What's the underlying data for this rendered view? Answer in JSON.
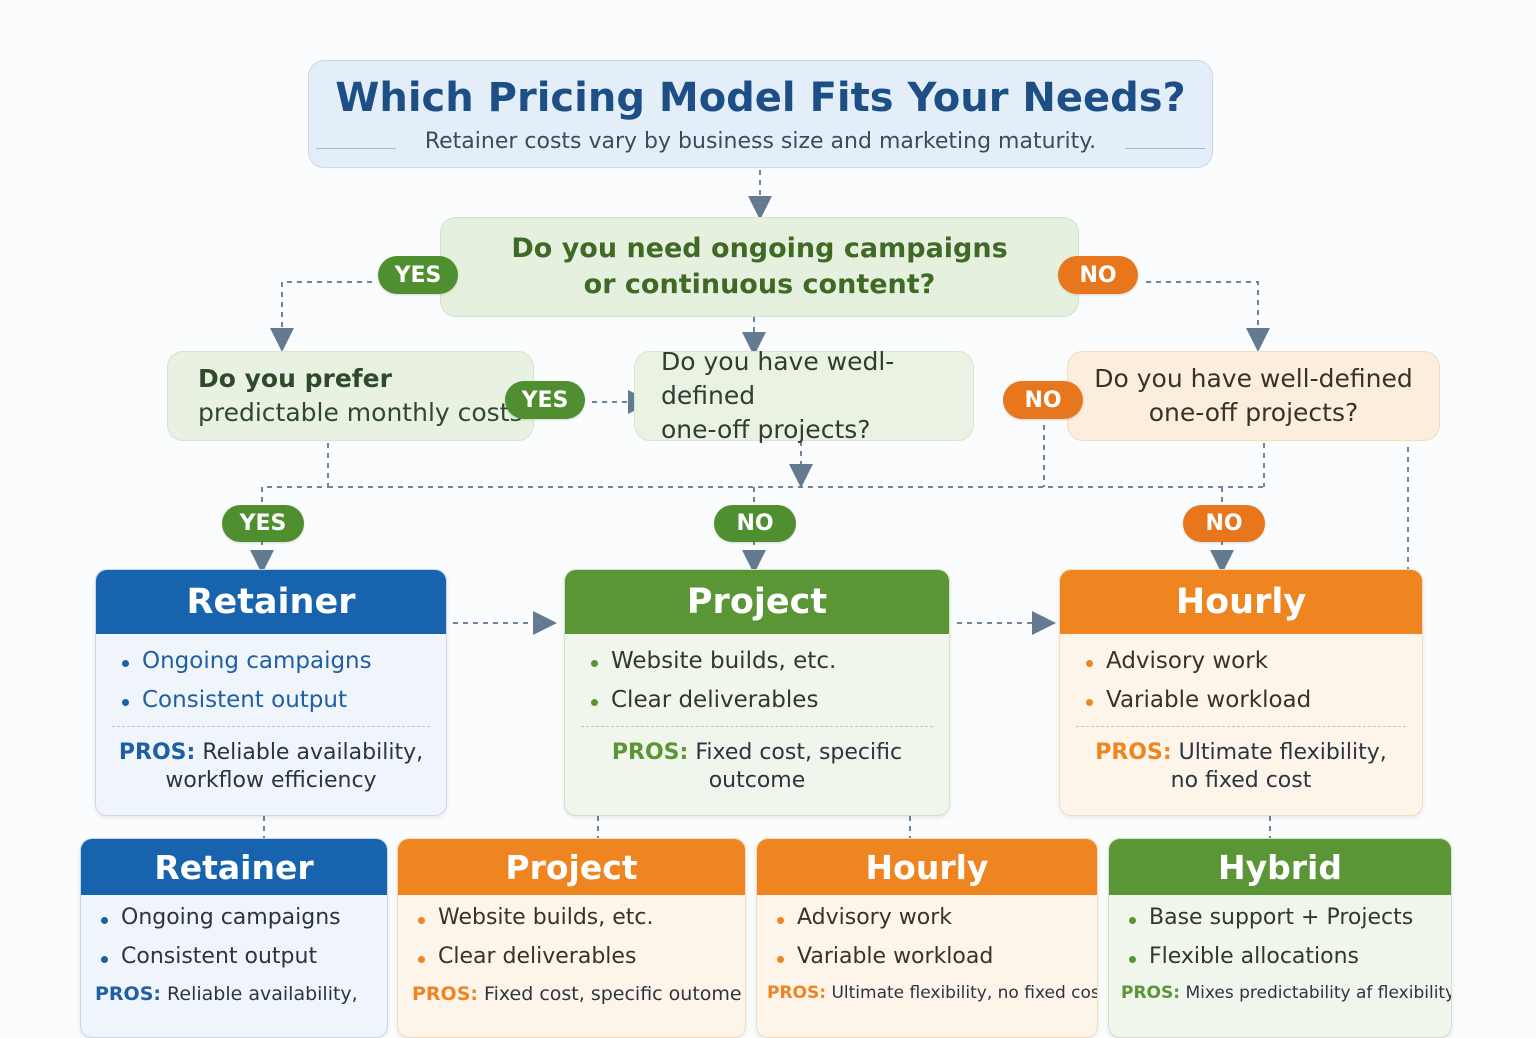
{
  "header": {
    "title": "Which Pricing Model Fits Your Needs?",
    "subtitle": "Retainer costs vary by business size and marketing maturity."
  },
  "questions": {
    "main": "Do you need ongoing campaigns or continuous content?",
    "main_line1": "Do you need ongoing campaigns",
    "main_line2": "or continuous content?",
    "left_line1": "Do you prefer",
    "left_line2": "predictable monthly costs",
    "middle_line1": "Do you have wedl-defined",
    "middle_line2": "one-off projects?",
    "right_line1": "Do you have well-defined",
    "right_line2": "one-off projects?"
  },
  "pills": {
    "yes": "YES",
    "no": "NO"
  },
  "cards_top": [
    {
      "title": "Retainer",
      "color": "#1763ad",
      "items": [
        "Ongoing campaigns",
        "Consistent output"
      ],
      "pros_label": "PROS:",
      "pros_line1": "Reliable availability,",
      "pros_line2": "workflow efficiency"
    },
    {
      "title": "Project",
      "color": "#5a9536",
      "items": [
        "Website builds, etc.",
        "Clear deliverables"
      ],
      "pros_label": "PROS:",
      "pros_line1": "Fixed cost, specific",
      "pros_line2": "outcome"
    },
    {
      "title": "Hourly",
      "color": "#ee8521",
      "items": [
        "Advisory work",
        "Variable workload"
      ],
      "pros_label": "PROS:",
      "pros_line1": "Ultimate flexibility,",
      "pros_line2": "no fixed cost"
    }
  ],
  "cards_bottom": [
    {
      "title": "Retainer",
      "color": "#1763ad",
      "items": [
        "Ongoing campaigns",
        "Consistent output"
      ],
      "pros_label": "PROS:",
      "pros_text": "Reliable availability,"
    },
    {
      "title": "Project",
      "color": "#ee8521",
      "items": [
        "Website builds, etc.",
        "Clear deliverables"
      ],
      "pros_label": "PROS:",
      "pros_text": "Fixed cost, specific outome"
    },
    {
      "title": "Hourly",
      "color": "#ee8521",
      "items": [
        "Advisory work",
        "Variable workload"
      ],
      "pros_label": "PROS:",
      "pros_text": "Ultimate flexibility, no fixed cost"
    },
    {
      "title": "Hybrid",
      "color": "#5a9536",
      "items": [
        "Base support + Projects",
        "Flexible allocations"
      ],
      "pros_label": "PROS:",
      "pros_text": "Mixes predictability af flexibility"
    }
  ]
}
